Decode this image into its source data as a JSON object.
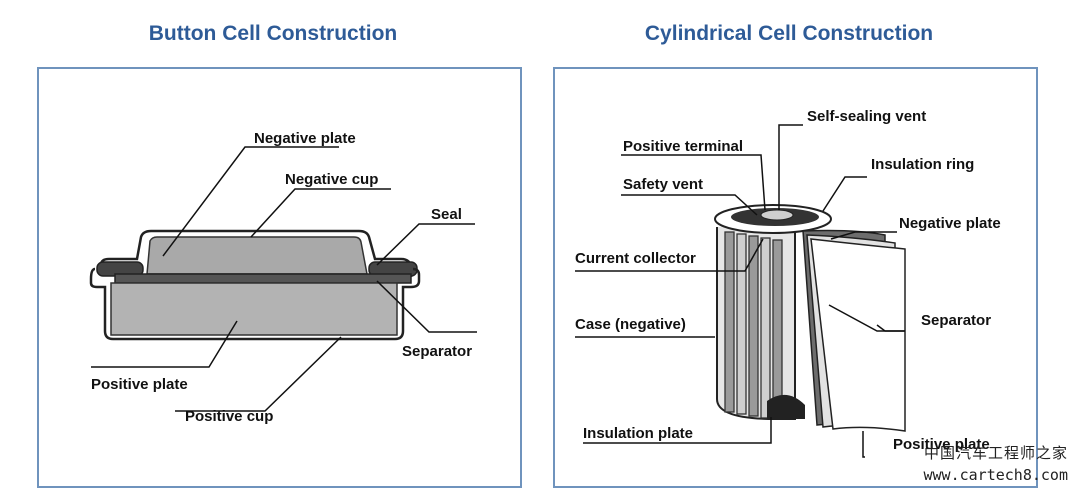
{
  "button_cell": {
    "title": "Button Cell Construction",
    "labels": {
      "negative_plate": "Negative plate",
      "negative_cup": "Negative cup",
      "seal": "Seal",
      "separator": "Separator",
      "positive_plate": "Positive plate",
      "positive_cup": "Positive cup"
    }
  },
  "cylindrical_cell": {
    "title": "Cylindrical Cell Construction",
    "labels": {
      "self_sealing_vent": "Self-sealing vent",
      "positive_terminal": "Positive terminal",
      "insulation_ring": "Insulation ring",
      "safety_vent": "Safety vent",
      "negative_plate": "Negative plate",
      "current_collector": "Current collector",
      "case_negative": "Case (negative)",
      "separator": "Separator",
      "insulation_plate": "Insulation plate",
      "positive_plate": "Positive plate"
    }
  },
  "watermark": {
    "line1": "中国汽车工程师之家",
    "line2": "www.cartech8.com"
  }
}
